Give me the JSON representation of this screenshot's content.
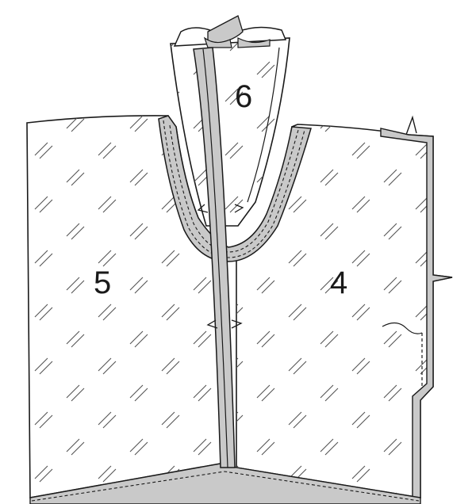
{
  "diagram": {
    "labels": {
      "piece_4": "4",
      "piece_5": "5",
      "piece_6": "6"
    },
    "colors": {
      "outline": "#1a1a1a",
      "fabric_face": "#ffffff",
      "fabric_reverse": "#c9c9c9",
      "hatch": "#555555"
    }
  }
}
